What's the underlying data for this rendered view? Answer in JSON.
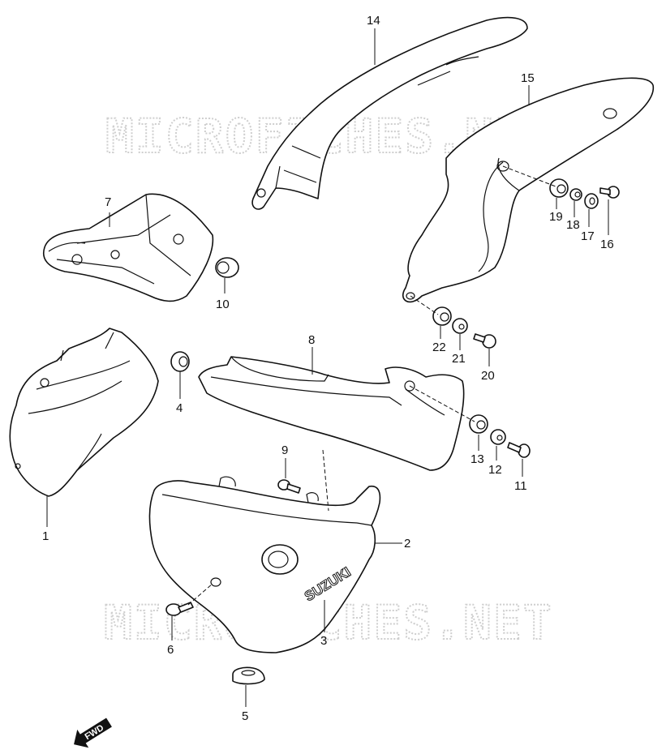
{
  "watermark": "MICROFICHES.NET",
  "brand_text": "SUZUKI",
  "direction_label": "FWD",
  "callouts": [
    {
      "id": "1",
      "label": "1"
    },
    {
      "id": "2",
      "label": "2"
    },
    {
      "id": "3",
      "label": "3"
    },
    {
      "id": "4",
      "label": "4"
    },
    {
      "id": "5",
      "label": "5"
    },
    {
      "id": "6",
      "label": "6"
    },
    {
      "id": "7",
      "label": "7"
    },
    {
      "id": "8",
      "label": "8"
    },
    {
      "id": "9",
      "label": "9"
    },
    {
      "id": "10",
      "label": "10"
    },
    {
      "id": "11",
      "label": "11"
    },
    {
      "id": "12",
      "label": "12"
    },
    {
      "id": "13",
      "label": "13"
    },
    {
      "id": "14",
      "label": "14"
    },
    {
      "id": "15",
      "label": "15"
    },
    {
      "id": "16",
      "label": "16"
    },
    {
      "id": "17",
      "label": "17"
    },
    {
      "id": "18",
      "label": "18"
    },
    {
      "id": "19",
      "label": "19"
    },
    {
      "id": "20",
      "label": "20"
    },
    {
      "id": "21",
      "label": "21"
    },
    {
      "id": "22",
      "label": "22"
    }
  ]
}
